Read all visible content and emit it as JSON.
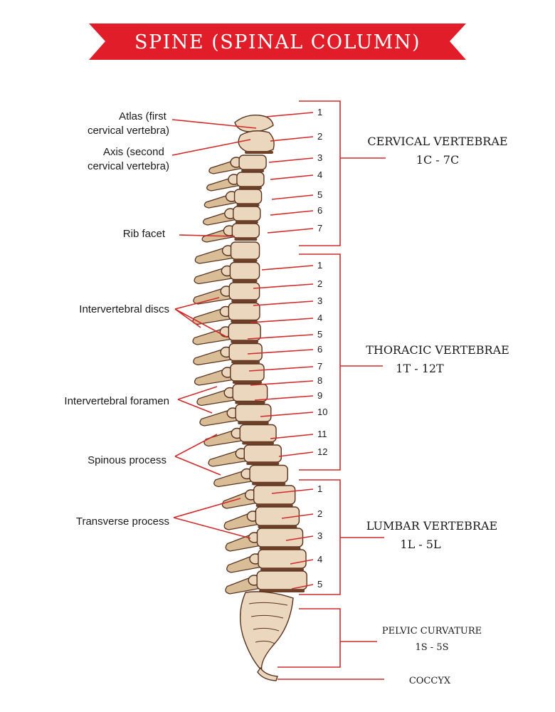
{
  "title": "SPINE (SPINAL COLUMN)",
  "colors": {
    "banner": "#e11d2a",
    "leader": "#d22b2b",
    "bone": "#ead7bd",
    "bone_outline": "#5a3320"
  },
  "left_labels": [
    "Atlas (first\ncervical vertebra)",
    "Axis (second\ncervical vertebra)",
    "Rib facet",
    "Intervertebral discs",
    "Intervertebral foramen",
    "Spinous process",
    "Transverse process"
  ],
  "groups": [
    {
      "name": "CERVICAL VERTEBRAE",
      "range": "1C - 7C",
      "numbers": [
        "1",
        "2",
        "3",
        "4",
        "5",
        "6",
        "7"
      ]
    },
    {
      "name": "THORACIC VERTEBRAE",
      "range": "1T - 12T",
      "numbers": [
        "1",
        "2",
        "3",
        "4",
        "5",
        "6",
        "7",
        "8",
        "9",
        "10",
        "11",
        "12"
      ]
    },
    {
      "name": "LUMBAR VERTEBRAE",
      "range": "1L - 5L",
      "numbers": [
        "1",
        "2",
        "3",
        "4",
        "5"
      ]
    },
    {
      "name": "PELVIC CURVATURE",
      "range": "1S - 5S",
      "numbers": []
    },
    {
      "name": "COCCYX",
      "range": "",
      "numbers": []
    }
  ]
}
